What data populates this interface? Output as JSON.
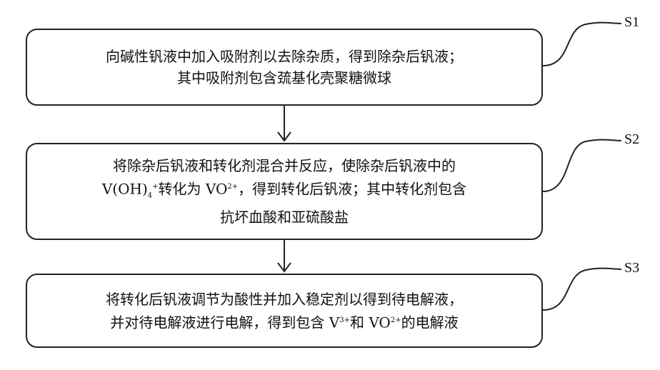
{
  "steps": [
    {
      "label": "S1",
      "lines": [
        "向碱性钒液中加入吸附剂以去除杂质，得到除杂后钒液；",
        "其中吸附剂包含巯基化壳聚糖微球"
      ]
    },
    {
      "label": "S2",
      "line1": "将除杂后钒液和转化剂混合并反应，使除杂后钒液中的",
      "line2": {
        "a": "V(OH)",
        "sub": "4",
        "sup1": "+",
        "b": "转化为 VO",
        "sup2": "2+",
        "c": "，得到转化后钒液；其中转化剂包含"
      },
      "line3": "抗坏血酸和亚硫酸盐"
    },
    {
      "label": "S3",
      "line1": "将转化后钒液调节为酸性并加入稳定剂以得到待电解液，",
      "line2": {
        "a": "并对待电解液进行电解，得到包含 V",
        "sup1": "3+",
        "b": "和 VO",
        "sup2": "2+",
        "c": "的电解液"
      }
    }
  ]
}
